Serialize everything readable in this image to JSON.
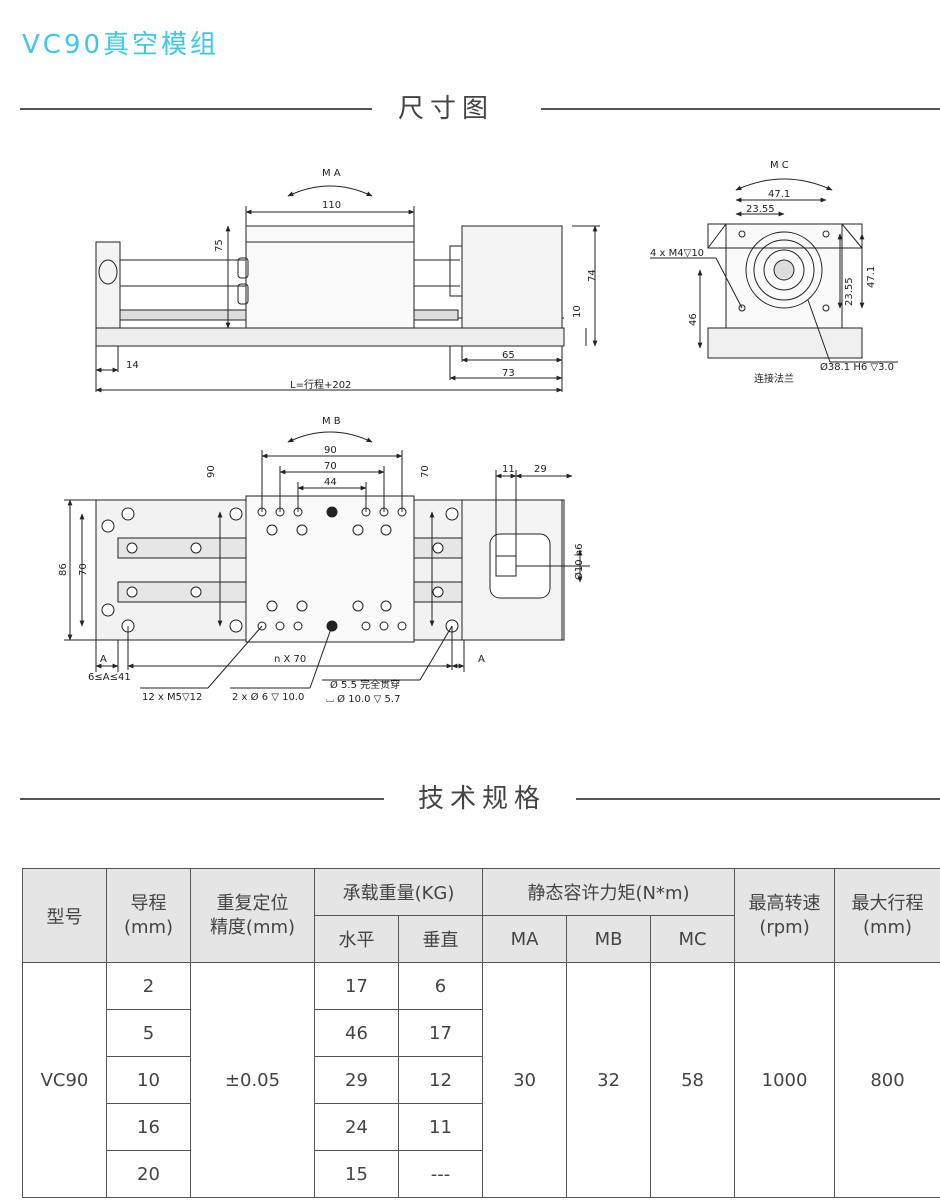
{
  "page_title": "VC90真空模组",
  "sections": {
    "dimensions": "尺寸图",
    "specs": "技术规格"
  },
  "drawing": {
    "side_view": {
      "ma": "M A",
      "w110": "110",
      "h75": "75",
      "h74": "74",
      "h10": "10",
      "d14": "14",
      "d65": "65",
      "d73": "73",
      "total": "L=行程+202"
    },
    "end_view": {
      "mc": "M C",
      "w47": "47.1",
      "w23": "23.55",
      "thread": "4 x   M4▽10",
      "h46": "46",
      "v23": "23.55",
      "v47": "47.1",
      "bore": "Ø38.1 H6 ▽3.0",
      "flange": "连接法兰"
    },
    "top_view": {
      "mb": "M B",
      "w90": "90",
      "w70": "70",
      "w44": "44",
      "l90": "90",
      "r70": "70",
      "h86": "86",
      "h70": "70",
      "d11": "11",
      "d29": "29",
      "shaft": "Ø10 h6",
      "a_left": "A",
      "a_right": "A",
      "range": "6≤A≤41",
      "pitch": "n X 70",
      "holes_m5": "12 x  M5▽12",
      "holes_pin": "2  x Ø 6 ▽ 10.0",
      "through": "Ø 5.5 完全贯穿",
      "counter": "⌴ Ø 10.0 ▽ 5.7"
    }
  },
  "table": {
    "headers": {
      "model": "型号",
      "lead": "导程\n(mm)",
      "precision": "重复定位\n精度(mm)",
      "load": "承载重量(KG)",
      "load_h": "水平",
      "load_v": "垂直",
      "moment": "静态容许力矩(N*m)",
      "ma": "MA",
      "mb": "MB",
      "mc": "MC",
      "speed": "最高转速\n(rpm)",
      "stroke": "最大行程\n(mm)"
    },
    "model": "VC90",
    "precision": "±0.05",
    "ma": "30",
    "mb": "32",
    "mc": "58",
    "speed": "1000",
    "stroke": "800",
    "rows": [
      {
        "lead": "2",
        "h": "17",
        "v": "6"
      },
      {
        "lead": "5",
        "h": "46",
        "v": "17"
      },
      {
        "lead": "10",
        "h": "29",
        "v": "12"
      },
      {
        "lead": "16",
        "h": "24",
        "v": "11"
      },
      {
        "lead": "20",
        "h": "15",
        "v": "---"
      }
    ]
  }
}
